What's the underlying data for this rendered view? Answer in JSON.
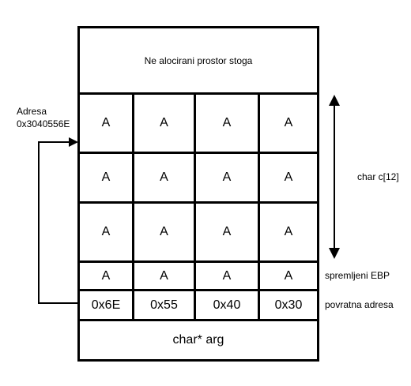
{
  "stack": {
    "unallocated_label": "Ne alocirani prostor stoga",
    "rows": [
      [
        "A",
        "A",
        "A",
        "A"
      ],
      [
        "A",
        "A",
        "A",
        "A"
      ],
      [
        "A",
        "A",
        "A",
        "A"
      ],
      [
        "A",
        "A",
        "A",
        "A"
      ],
      [
        "0x6E",
        "0x55",
        "0x40",
        "0x30"
      ]
    ],
    "arg_label": "char* arg"
  },
  "annotations": {
    "buffer_label": "char c[12]",
    "ebp_label": "spremljeni EBP",
    "return_label": "povratna adresa",
    "address_title": "Adresa",
    "address_value": "0x3040556E"
  }
}
